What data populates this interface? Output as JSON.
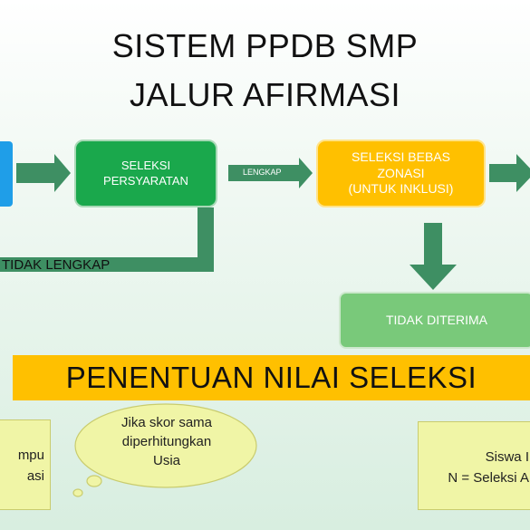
{
  "title": {
    "line1": "SISTEM PPDB SMP",
    "line2": "JALUR AFIRMASI"
  },
  "boxes": {
    "seleksi_persyaratan": [
      "SELEKSI",
      "PERSYARATAN"
    ],
    "seleksi_bebas_zonasi": [
      "SELEKSI BEBAS",
      "ZONASI",
      "(UNTUK INKLUSI)"
    ],
    "tidak_diterima": "TIDAK DITERIMA"
  },
  "labels": {
    "lengkap": "LENGKAP",
    "tidak_lengkap": "TIDAK LENGKAP"
  },
  "banner": "PENENTUAN NILAI SELEKSI",
  "notes": {
    "left": [
      "mpu",
      "asi"
    ],
    "cloud": [
      "Jika skor sama",
      "diperhitungkan",
      "Usia"
    ],
    "right": [
      "Siswa I",
      "N = Seleksi A"
    ]
  },
  "colors": {
    "arrow": "#3e8f63",
    "green_box": "#1aa84c",
    "orange_box": "#ffc000",
    "light_green_box": "#79c97a",
    "blue_box": "#1f9ee8",
    "note_fill": "#f0f5a6"
  }
}
